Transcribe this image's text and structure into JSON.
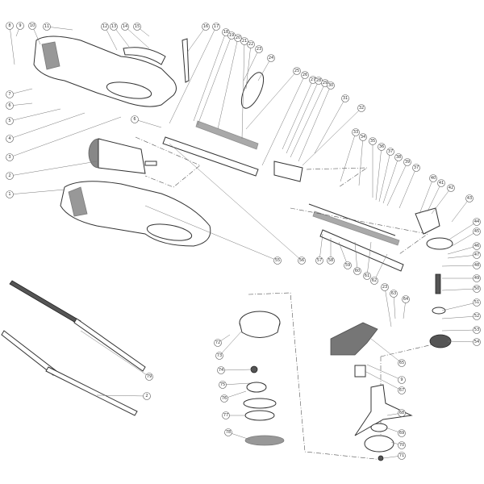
{
  "diagram": {
    "callouts": [
      "8",
      "9",
      "10",
      "11",
      "12",
      "13",
      "14",
      "15",
      "16",
      "17",
      "18",
      "19",
      "20",
      "21",
      "22",
      "23",
      "24",
      "25",
      "26",
      "27",
      "28",
      "29",
      "30",
      "31",
      "32",
      "33",
      "34",
      "35",
      "36",
      "37",
      "38",
      "39",
      "37",
      "40",
      "41",
      "42",
      "43",
      "44",
      "45",
      "46",
      "47",
      "48",
      "49",
      "50",
      "51",
      "52",
      "53",
      "54",
      "7",
      "6",
      "5",
      "4",
      "3",
      "2",
      "1",
      "6",
      "55",
      "56",
      "57",
      "58",
      "59",
      "60",
      "61",
      "62",
      "23",
      "63",
      "64",
      "65",
      "9",
      "67",
      "68",
      "69",
      "70",
      "71",
      "72",
      "73",
      "74",
      "75",
      "76",
      "77",
      "78",
      "79",
      "2"
    ]
  }
}
